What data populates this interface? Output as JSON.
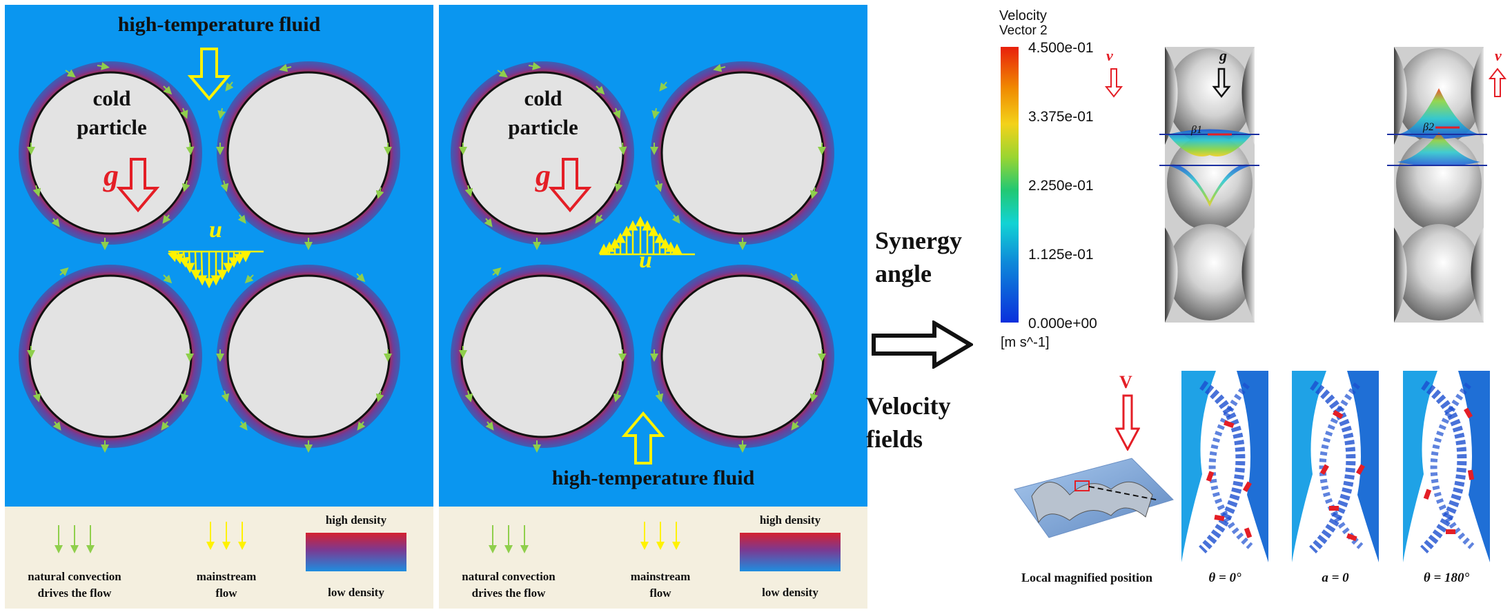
{
  "colors": {
    "fluid_blue": "#0a96f0",
    "legend_bg": "#f4efdf",
    "particle_fill": "#e3e3e3",
    "shell_red": "#c2223a",
    "shell_blue": "#3c5fb4",
    "convection_arrow": "#8fcf4c",
    "mainstream_arrow": "#fff200",
    "gravity_arrow": "#e41e26"
  },
  "panel_left": {
    "title": "high-temperature fluid",
    "particle_label": "cold\nparticle",
    "gravity_label": "g",
    "velocity_label": "u",
    "flow_direction": "down"
  },
  "panel_right": {
    "title": "high-temperature fluid",
    "particle_label": "cold\nparticle",
    "gravity_label": "g",
    "velocity_label": "u",
    "flow_direction": "up"
  },
  "legend": {
    "convection_label": "natural convection\ndrives the flow",
    "mainstream_label": "mainstream\nflow",
    "high_density": "high density",
    "low_density": "low density"
  },
  "middle": {
    "synergy_label": "Synergy\nangle",
    "velocity_fields_label": "Velocity\nfields"
  },
  "colorbar": {
    "title": "Velocity",
    "subtitle": "Vector 2",
    "ticks": [
      "4.500e-01",
      "3.375e-01",
      "2.250e-01",
      "1.125e-01",
      "0.000e+00"
    ],
    "unit": "[m s^-1]"
  },
  "synergy": {
    "v_label": "v",
    "g_label": "g",
    "beta1_label": "β1",
    "beta2_label": "β2"
  },
  "velocity_field": {
    "v_label": "V",
    "local_label": "Local magnified position",
    "captions": [
      "θ = 0°",
      "a = 0",
      "θ = 180°"
    ]
  }
}
